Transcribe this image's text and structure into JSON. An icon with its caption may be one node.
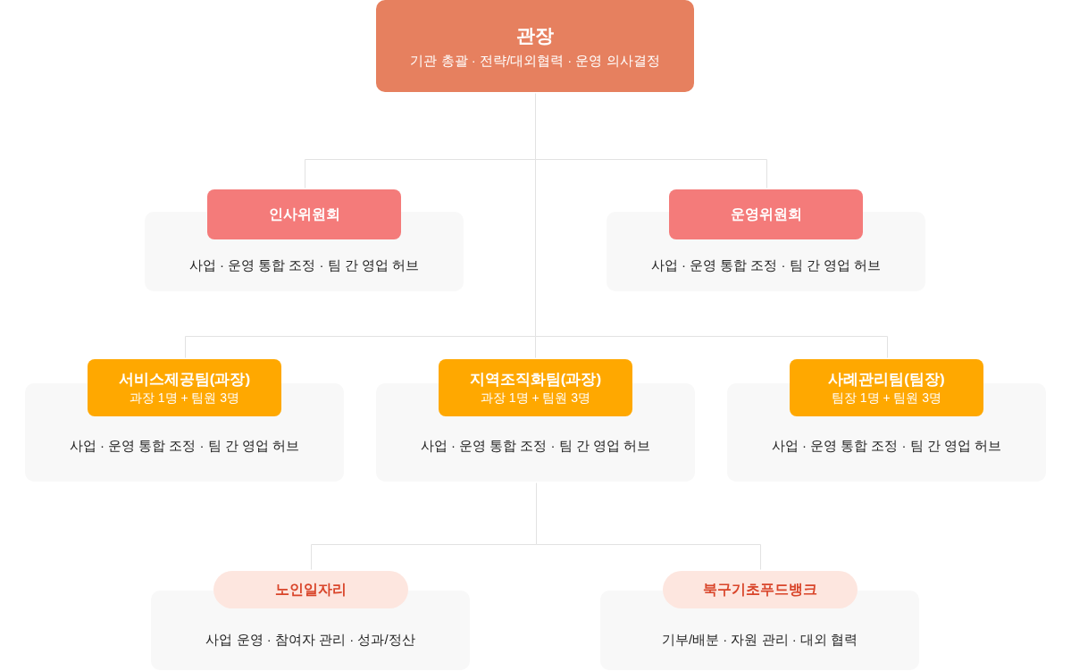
{
  "diagram": {
    "nodes": [
      {
        "text": [
          "관장",
          "기관 총괄 · 전략/대외협력 · 운영 의사결정"
        ]
      },
      {
        "text": [
          "인사위원회",
          "사업 · 운영 통합 조정 · 팀 간 영업 허브"
        ]
      },
      {
        "text": [
          "운영위원회",
          "사업 · 운영 통합 조정 · 팀 간 영업 허브"
        ]
      },
      {
        "text": [
          "서비스제공팀(과장)",
          "과장 1명 + 팀원 3명",
          "사업 · 운영 통합 조정 · 팀 간 영업 허브"
        ]
      },
      {
        "text": [
          "지역조직화팀(과장)",
          "과장 1명 + 팀원 3명",
          "사업 · 운영 통합 조정 · 팀 간 영업 허브"
        ]
      },
      {
        "text": [
          "사례관리팀(팀장)",
          "팀장 1명 + 팀원 3명",
          "사업 · 운영 통합 조정 · 팀 간 영업 허브"
        ]
      },
      {
        "text": [
          "노인일자리",
          "사업 운영 · 참여자 관리 · 성과/정산"
        ]
      },
      {
        "text": [
          "북구기초푸드뱅크",
          "기부/배분 · 자원 관리 · 대외 협력"
        ]
      }
    ],
    "edges": [
      {
        "from": 0,
        "to": 1,
        "arrow": "none"
      },
      {
        "from": 0,
        "to": 2,
        "arrow": "none"
      },
      {
        "from": 0,
        "to": 3,
        "arrow": "none"
      },
      {
        "from": 0,
        "to": 4,
        "arrow": "none"
      },
      {
        "from": 0,
        "to": 5,
        "arrow": "none"
      },
      {
        "from": 4,
        "to": 6,
        "arrow": "none"
      },
      {
        "from": 4,
        "to": 7,
        "arrow": "none"
      }
    ]
  }
}
